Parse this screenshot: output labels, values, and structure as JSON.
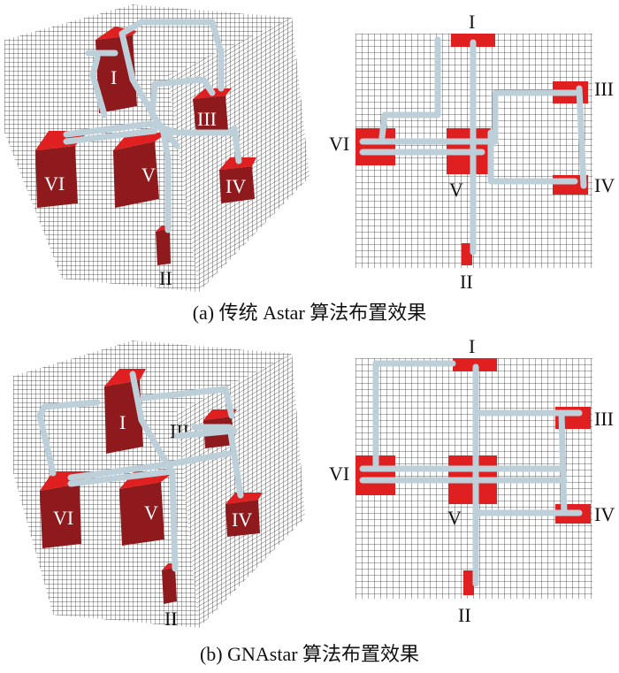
{
  "panels": [
    {
      "caption": "(a)  传统 Astar 算法布置效果",
      "labels": {
        "I": "I",
        "II": "II",
        "III": "III",
        "IV": "IV",
        "V": "V",
        "VI": "VI"
      }
    },
    {
      "caption": "(b)  GNAstar 算法布置效果",
      "labels": {
        "I": "I",
        "II": "II",
        "III": "III",
        "IV": "IV",
        "V": "V",
        "VI": "VI"
      }
    }
  ],
  "colors": {
    "equipment_red": "#e02020",
    "equipment_dark": "#8e1a1d",
    "pipe": "#bdd0da",
    "grid": "#333333"
  }
}
